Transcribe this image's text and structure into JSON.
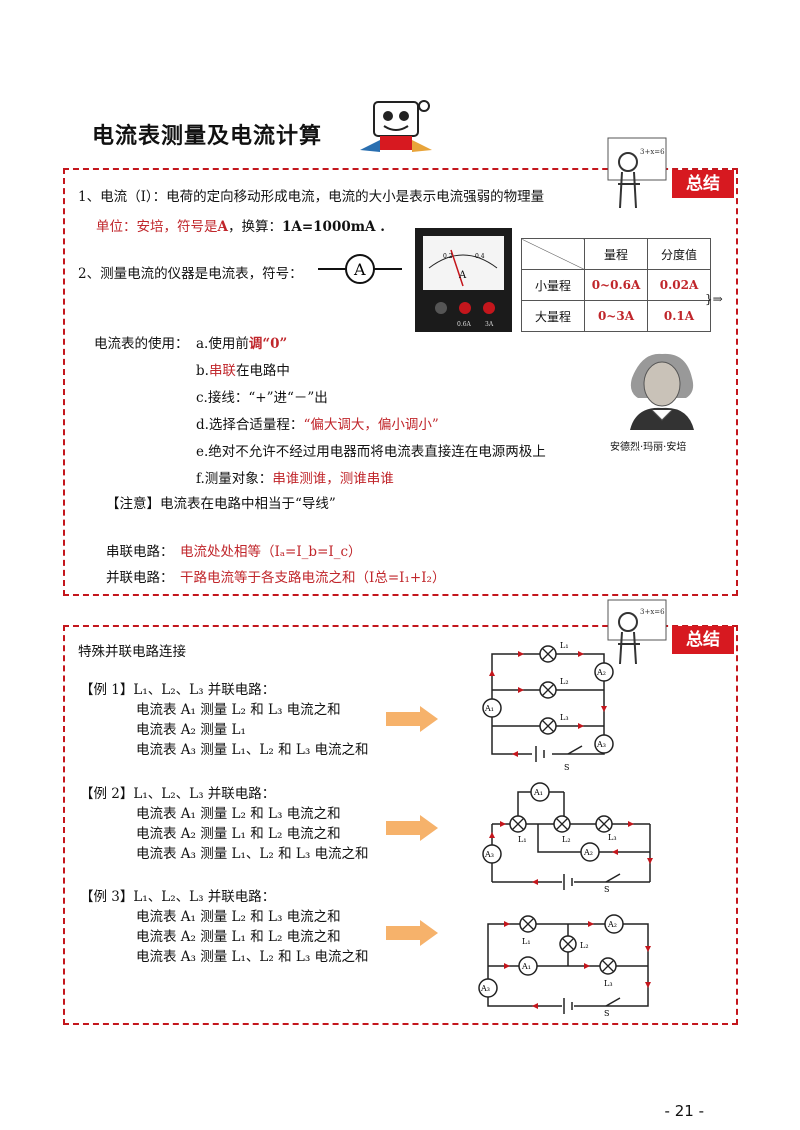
{
  "title": "电流表测量及电流计算",
  "badge": "总结",
  "page_number": "- 21 -",
  "section1": {
    "item1": "1、电流（I）：电荷的定向移动形成电流，电流的大小是表示电流强弱的物理量",
    "unit_prefix": "单位：安培，符号是",
    "unit_symbol": "A",
    "unit_mid": "，换算：",
    "unit_conversion": "1A=1000mA .",
    "item2": "2、测量电流的仪器是电流表，符号：",
    "symbol_letter": "A",
    "meter_labels": {
      "scale_low": "0.2",
      "scale_high": "0.4",
      "unit": "A",
      "t1": "0.6A",
      "t2": "3A"
    },
    "range_table": {
      "headers": [
        "量程",
        "分度值"
      ],
      "rows": [
        {
          "name": "小量程",
          "range": "0~0.6A",
          "division": "0.02A"
        },
        {
          "name": "大量程",
          "range": "0~3A",
          "division": "0.1A"
        }
      ]
    },
    "usage_label": "电流表的使用：",
    "usage": [
      {
        "prefix": "a.使用前",
        "red": "调“0”",
        "suffix": ""
      },
      {
        "prefix": "b.",
        "red": "串联",
        "suffix": "在电路中"
      },
      {
        "prefix": "c.接线：“+”进“－”出",
        "red": "",
        "suffix": ""
      },
      {
        "prefix": "d.选择合适量程：",
        "red": "“偏大调大，偏小调小”",
        "suffix": ""
      },
      {
        "prefix": "e.绝对不允许不经过用电器而将电流表直接连在电源两极上",
        "red": "",
        "suffix": ""
      },
      {
        "prefix": "f.测量对象：",
        "red": "串谁测谁，测谁串谁",
        "suffix": ""
      }
    ],
    "portrait_caption": "安德烈·玛丽·安培",
    "note": "【注意】电流表在电路中相当于“导线”",
    "series_label": "串联电路：",
    "series_text": "电流处处相等（Iₐ=I_b=I_c）",
    "parallel_label": "并联电路：",
    "parallel_text": "干路电流等于各支路电流之和（I总=I₁+I₂）"
  },
  "section2": {
    "heading": "特殊并联电路连接",
    "examples": [
      {
        "title": "【例 1】L₁、L₂、L₃ 并联电路：",
        "lines": [
          "电流表 A₁ 测量 L₂ 和 L₃ 电流之和",
          "电流表 A₂ 测量 L₁",
          "电流表 A₃ 测量 L₁、L₂ 和 L₃ 电流之和"
        ]
      },
      {
        "title": "【例 2】L₁、L₂、L₃ 并联电路：",
        "lines": [
          "电流表 A₁ 测量 L₂ 和 L₃ 电流之和",
          "电流表 A₂ 测量 L₁ 和 L₂ 电流之和",
          "电流表 A₃ 测量 L₁、L₂ 和 L₃ 电流之和"
        ]
      },
      {
        "title": "【例 3】L₁、L₂、L₃ 并联电路：",
        "lines": [
          "电流表 A₁ 测量 L₂ 和 L₃ 电流之和",
          "电流表 A₂ 测量 L₁ 和 L₂ 电流之和",
          "电流表 A₃ 测量 L₁、L₂ 和 L₃ 电流之和"
        ]
      }
    ],
    "labels": {
      "A1": "A₁",
      "A2": "A₂",
      "A3": "A₃",
      "L1": "L₁",
      "L2": "L₂",
      "L3": "L₃",
      "S": "S"
    }
  },
  "colors": {
    "accent": "#c4161c",
    "arrow": "#f6b26b",
    "text_red": "#c0262b"
  }
}
